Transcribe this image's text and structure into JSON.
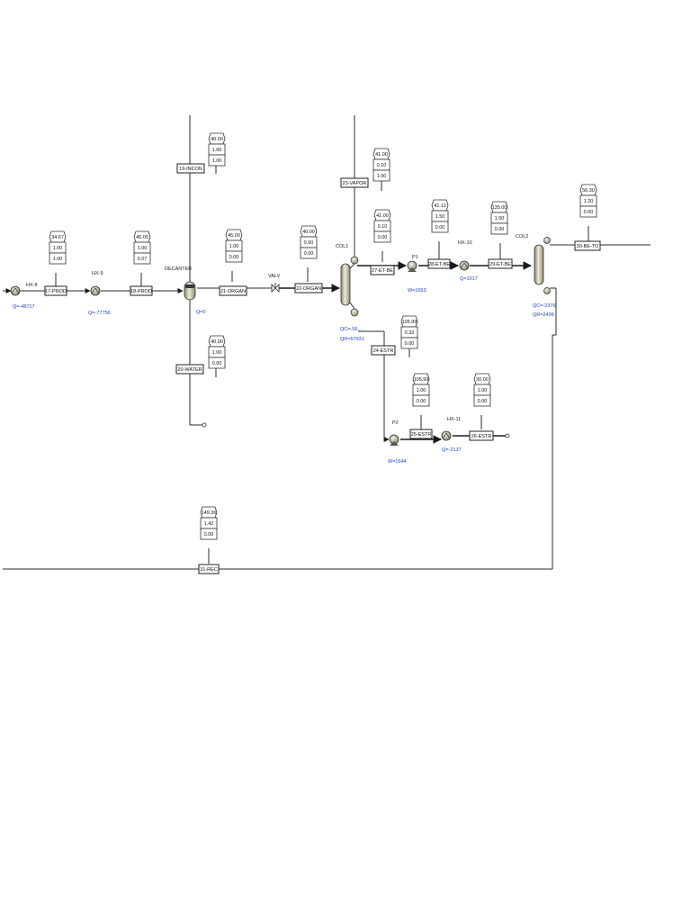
{
  "blocks": {
    "hx8": {
      "name": "HX-8",
      "duty": "Q=-48717"
    },
    "hx9": {
      "name": "HX-9",
      "duty": "Q=-77756"
    },
    "decanter": {
      "name": "DECANTER",
      "duty": "Q=0"
    },
    "valv": {
      "name": "VALV"
    },
    "col1": {
      "name": "COL1",
      "duty_qc": "QC=-56...",
      "duty_qr": "QR=57931"
    },
    "p1": {
      "name": "P1",
      "duty": "W=1653"
    },
    "hx10": {
      "name": "HX-10",
      "duty": "Q=1017"
    },
    "col2": {
      "name": "COL2",
      "duty_qc": "QC=-2376",
      "duty_qr": "QR=2499"
    },
    "p2": {
      "name": "P2",
      "duty": "W=1644"
    },
    "hx11": {
      "name": "HX-11",
      "duty": "Q=-2137"
    }
  },
  "streams": {
    "s17": {
      "tag": "17-PROD",
      "values": [
        "34.67",
        "1.00",
        "1.00"
      ]
    },
    "s18": {
      "tag": "18-PROD",
      "values": [
        "45.00",
        "1.00",
        "0.07"
      ]
    },
    "s19": {
      "tag": "19-INCON",
      "values": [
        "40.00",
        "1.00",
        "1.00"
      ]
    },
    "s20": {
      "tag": "20-WATER",
      "values": [
        "40.00",
        "1.00",
        "0.00"
      ]
    },
    "s21": {
      "tag": "21-ORGAN",
      "values": [
        "45.00",
        "1.00",
        "0.00"
      ]
    },
    "s22": {
      "tag": "22-ORGAN",
      "values": [
        "40.00",
        "0.50",
        "0.00"
      ]
    },
    "s23": {
      "tag": "23-VAPOR",
      "values": [
        "41.00",
        "0.10",
        "1.00"
      ]
    },
    "s24": {
      "tag": "24-ESTR",
      "values": [
        "105.99",
        "0.32",
        "0.00"
      ]
    },
    "s25": {
      "tag": "25-ESTR",
      "values": [
        "105.99",
        "1.00",
        "0.00"
      ]
    },
    "s26": {
      "tag": "26-ESTR",
      "values": [
        "30.00",
        "1.00",
        "0.00"
      ]
    },
    "s27": {
      "tag": "27-ET-BE",
      "values": [
        "41.00",
        "0.10",
        "0.00"
      ]
    },
    "s28": {
      "tag": "28-ET-BE",
      "values": [
        "41.11",
        "1.50",
        "0.00"
      ]
    },
    "s29": {
      "tag": "29-ET-BE",
      "values": [
        "135.00",
        "1.50",
        "0.00"
      ]
    },
    "s30": {
      "tag": "30-BE-TO",
      "values": [
        "56.30",
        "1.20",
        "0.00"
      ]
    },
    "s31": {
      "tag": "31-REC",
      "values": [
        "149.36",
        "1.42",
        "0.00"
      ]
    }
  },
  "colors": {
    "line": "#2b2b2b",
    "duty_text": "#1f3fd0",
    "equipment_fill": "#c9c5a8"
  }
}
